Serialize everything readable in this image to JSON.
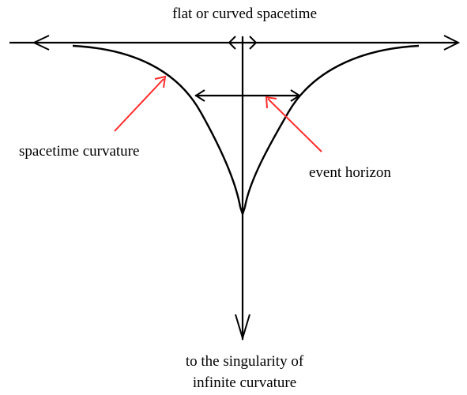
{
  "labels": {
    "top": "flat or curved spacetime",
    "curvature": "spacetime curvature",
    "horizon": "event horizon",
    "bottom_line1": "to the singularity of",
    "bottom_line2": "infinite curvature"
  },
  "colors": {
    "ink": "#000000",
    "pointer": "#ff2a2a",
    "background": "#ffffff"
  }
}
